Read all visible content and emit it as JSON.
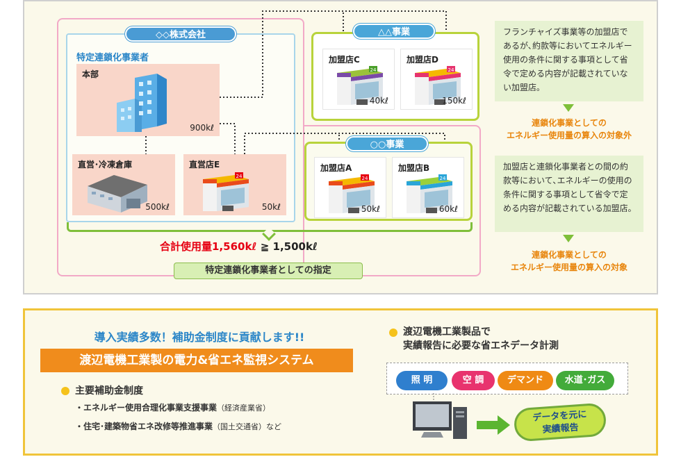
{
  "diagram": {
    "company_label": "◇◇株式会社",
    "company_sub": "特定連鎖化事業者",
    "hq": {
      "title": "本部",
      "amount": "900kℓ"
    },
    "warehouse": {
      "title": "直営･冷凍倉庫",
      "amount": "500kℓ"
    },
    "store_e": {
      "title": "直営店E",
      "amount": "50kℓ"
    },
    "tri_business": "△△事業",
    "store_c": {
      "title": "加盟店C",
      "amount": "40kℓ"
    },
    "store_d": {
      "title": "加盟店D",
      "amount": "150kℓ"
    },
    "circ_business": "○○事業",
    "store_a": {
      "title": "加盟店A",
      "amount": "50kℓ"
    },
    "store_b": {
      "title": "加盟店B",
      "amount": "60kℓ"
    },
    "total_label": "合計使用量1,560kℓ",
    "total_compare": " ≧ 1,500kℓ",
    "designation": "特定連鎖化事業者としての指定",
    "note1": "フランチャイズ事業等の加盟店であるが､約款等においてエネルギー使用の条件に関する事項として省令で定める内容が記載されていない加盟店｡",
    "result1_line1": "連鎖化事業としての",
    "result1_line2": "エネルギー使用量の算入の対象外",
    "note2": "加盟店と連鎖化事業者との間の約款等において､エネルギーの使用の条件に関する事項として省令で定める内容が記載されている加盟店｡",
    "result2_line1": "連鎖化事業としての",
    "result2_line2": "エネルギー使用量の算入の対象",
    "store_sign": "24"
  },
  "promo": {
    "headline": "導入実績多数！補助金制度に貢献します!!",
    "banner": "渡辺電機工業製の電力&省エネ監視システム",
    "subsidy_heading": "主要補助金制度",
    "subsidy1_main": "・エネルギー使用合理化事業支援事業",
    "subsidy1_note": "（経済産業省）",
    "subsidy2_main": "・住宅･建築物省エネ改修等推進事業",
    "subsidy2_note": "（国土交通省）",
    "subsidy2_suffix": "など",
    "measure_line1": "渡辺電機工業製品で",
    "measure_line2": "実績報告に必要な省エネデータ計測",
    "chips": [
      "照 明",
      "空 調",
      "デマンド",
      "水道･ガス"
    ],
    "report_line1": "データを元に",
    "report_line2": "実績報告"
  },
  "colors": {
    "accent_blue": "#2b86c8",
    "accent_orange": "#f08c1c",
    "accent_green": "#7fbf3a",
    "alert_red": "#e60012"
  }
}
